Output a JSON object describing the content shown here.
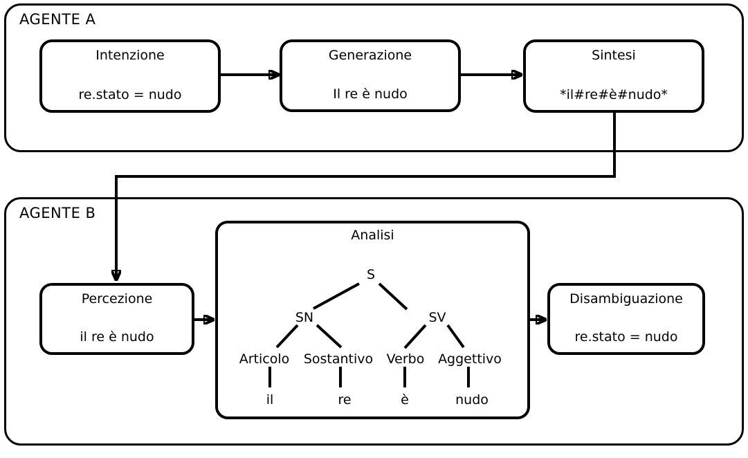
{
  "colors": {
    "stroke": "#000000",
    "background": "#ffffff"
  },
  "agent_a": {
    "label": "AGENTE A",
    "boxes": [
      {
        "title": "Intenzione",
        "value": "re.stato = nudo"
      },
      {
        "title": "Generazione",
        "value": "Il re è nudo"
      },
      {
        "title": "Sintesi",
        "value": "*il#re#è#nudo*"
      }
    ]
  },
  "agent_b": {
    "label": "AGENTE B",
    "percezione": {
      "title": "Percezione",
      "value": "il re è nudo"
    },
    "analisi": {
      "title": "Analisi",
      "tree": {
        "root": "S",
        "np_label": "SN",
        "vp_label": "SV",
        "pos": [
          "Articolo",
          "Sostantivo",
          "Verbo",
          "Aggettivo"
        ],
        "words": [
          "il",
          "re",
          "è",
          "nudo"
        ]
      }
    },
    "disambiguazione": {
      "title": "Disambiguazione",
      "value": "re.stato = nudo"
    }
  }
}
